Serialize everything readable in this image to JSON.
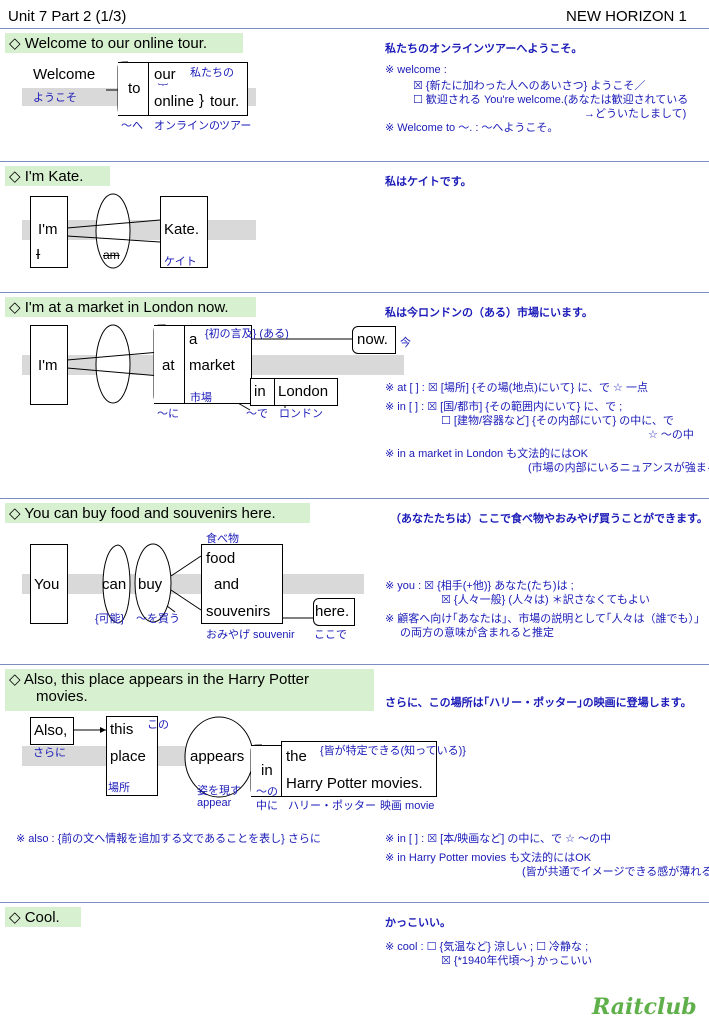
{
  "header": {
    "left": "Unit 7 Part 2 (1/3)",
    "right": "NEW HORIZON 1"
  },
  "s1": {
    "title": "◇ Welcome to our online tour.",
    "translation": "私たちのオンラインツアーへようこそ。",
    "words": {
      "welcome": "Welcome",
      "to": "to",
      "our": "our",
      "online": "online",
      "tour": "tour.",
      "brace1": "︸",
      "brace2": "}"
    },
    "gloss": {
      "youkoso": "ようこそ",
      "watashitachi": "私たちの",
      "e": "〜へ",
      "online": "オンラインの",
      "tour": "ツアー"
    },
    "notes": [
      "※ welcome :",
      "☒ {新たに加わった人へのあいさつ} ようこそ／",
      "☐ 歓迎される You're welcome.(あなたは歓迎されている",
      "→どういたしまして)",
      "※ Welcome to 〜. :  〜へようこそ。"
    ]
  },
  "s2": {
    "title": "◇ I'm Kate.",
    "translation": "私はケイトです。",
    "words": {
      "im": "I'm",
      "i": "I",
      "am": "am",
      "kate": "Kate."
    },
    "gloss": {
      "kate": "ケイト"
    }
  },
  "s3": {
    "title": "◇ I'm at a market in London now.",
    "translation": "私は今ロンドンの（ある）市場にいます。",
    "words": {
      "im": "I'm",
      "at": "at",
      "a": "a",
      "market": "market",
      "in": "in",
      "london": "London",
      "now": "now."
    },
    "gloss": {
      "first": "{初の言及} (ある)",
      "ima": "今",
      "ichiba": "市場",
      "ni": "〜に",
      "de": "〜で",
      "london": "ロンドン"
    },
    "notes": [
      "※ at [ ] :   ☒ [場所] {その場(地点)にいて} に、で    ☆ 一点",
      "※ in [ ] :    ☒ [国/都市] {その範囲内にいて} に、で ;",
      "☐ [建物/容器など] {その内部にいて} の中に、で",
      "☆  〜の中",
      "※ in a market in London も文法的にはOK",
      "(市場の内部にいるニュアンスが強まる)"
    ]
  },
  "s4": {
    "title": "◇ You can buy food and souvenirs here.",
    "translation": "（あなたたちは）ここで食べ物やおみやげ買うことができます。",
    "words": {
      "you": "You",
      "can": "can",
      "buy": "buy",
      "food": "food",
      "and": "and",
      "souvenirs": "souvenirs",
      "here": "here."
    },
    "gloss": {
      "tabemono": "食べ物",
      "kanou": "{可能}",
      "kau": "〜を買う",
      "omiyage": "おみやげ souvenir",
      "kokode": "ここで"
    },
    "notes": [
      "※ you :   ☒ {相手(+他)} あなた(たち)は ;",
      "☒ {人々一般} (人々は) ＊訳さなくてもよい",
      "※ 顧客へ向け｢あなたは｣、市場の説明として｢人々は（誰でも）｣",
      "の両方の意味が含まれると推定"
    ]
  },
  "s5": {
    "title1": "◇ Also, this place appears in the Harry Potter",
    "title2": "movies.",
    "translation": "さらに、この場所は｢ハリー・ポッター｣の映画に登場します。",
    "words": {
      "also": "Also,",
      "this": "this",
      "place": "place",
      "appears": "appears",
      "in": "in",
      "the": "the",
      "movies": "Harry Potter movies."
    },
    "gloss": {
      "kono": "この",
      "sarani": "さらに",
      "basho": "場所",
      "arawasu": "姿を現す",
      "appear": "appear",
      "no": "〜の",
      "nakani": "中に",
      "harry": "ハリー・ポッター",
      "eiga": "映画 movie",
      "specific": "{皆が特定できる(知っている)}"
    },
    "left_note": "※ also : {前の文へ情報を追加する文であることを表し} さらに",
    "notes": [
      "※ in [ ] : ☒ [本/映画など] の中に、で  ☆ 〜の中",
      "※ in Harry Potter movies も文法的にはOK",
      "(皆が共通でイメージできる感が薄れる)"
    ]
  },
  "s6": {
    "title": "◇ Cool.",
    "translation": "かっこいい。",
    "notes": [
      "※ cool :  ☐ {気温など} 涼しい ; ☐ 冷静な ;",
      "☒ {*1940年代頃〜} かっこいい"
    ]
  },
  "logo": "Raitclub"
}
